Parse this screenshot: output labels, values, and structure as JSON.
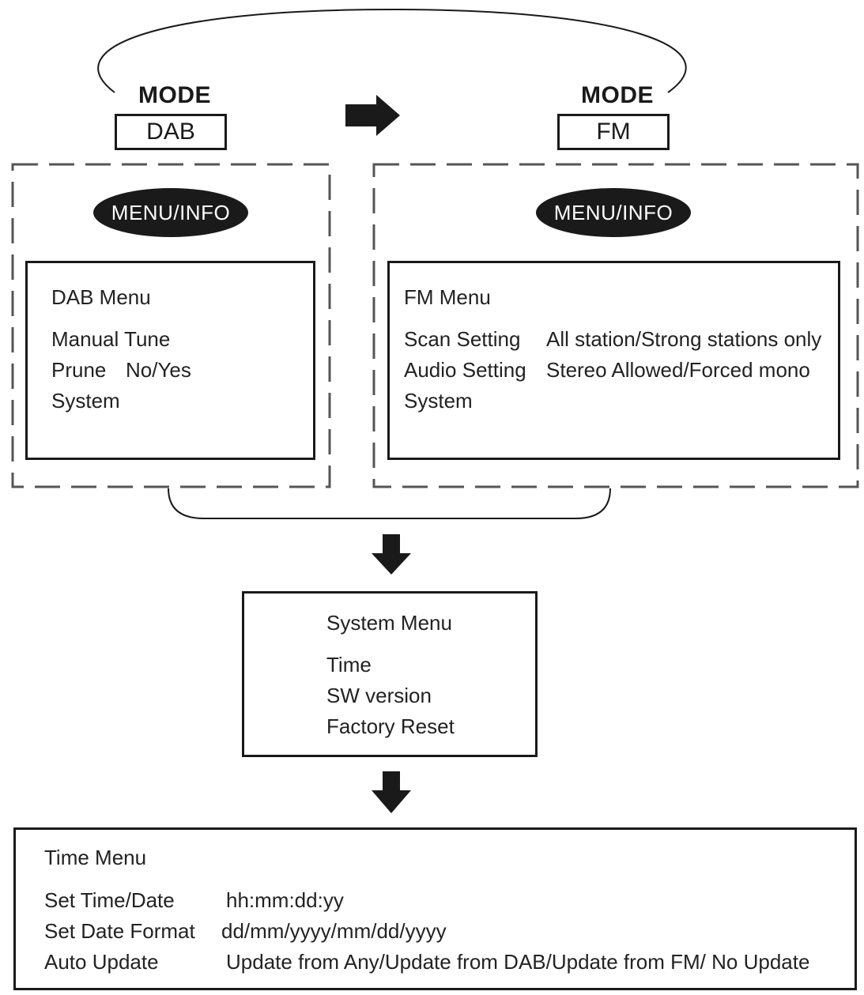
{
  "colors": {
    "ink": "#1a1a1a",
    "text": "#222222",
    "dash": "#555555",
    "background": "#ffffff"
  },
  "icons": {
    "mode_arrow": "right-arrow-icon",
    "down_arrow": "down-arrow-icon"
  },
  "dab": {
    "mode_label": "MODE",
    "mode_value": "DAB",
    "button_label": "MENU/INFO",
    "menu_title": "DAB Menu",
    "items": [
      {
        "label": "Manual Tune",
        "options": ""
      },
      {
        "label": "Prune",
        "options": "No/Yes"
      },
      {
        "label": "System",
        "options": ""
      }
    ]
  },
  "fm": {
    "mode_label": "MODE",
    "mode_value": "FM",
    "button_label": "MENU/INFO",
    "menu_title": "FM Menu",
    "items": [
      {
        "label": "Scan Setting",
        "options": "All station/Strong stations only"
      },
      {
        "label": "Audio Setting",
        "options": "Stereo Allowed/Forced mono"
      },
      {
        "label": "System",
        "options": ""
      }
    ]
  },
  "system_menu": {
    "title": "System Menu",
    "items": [
      "Time",
      "SW version",
      "Factory Reset"
    ]
  },
  "time_menu": {
    "title": "Time Menu",
    "items": [
      {
        "label": "Set Time/Date",
        "options": "hh:mm:dd:yy"
      },
      {
        "label": "Set Date Format",
        "options": "dd/mm/yyyy/mm/dd/yyyy"
      },
      {
        "label": "Auto Update",
        "options": "Update from Any/Update from DAB/Update from FM/ No Update"
      }
    ]
  }
}
